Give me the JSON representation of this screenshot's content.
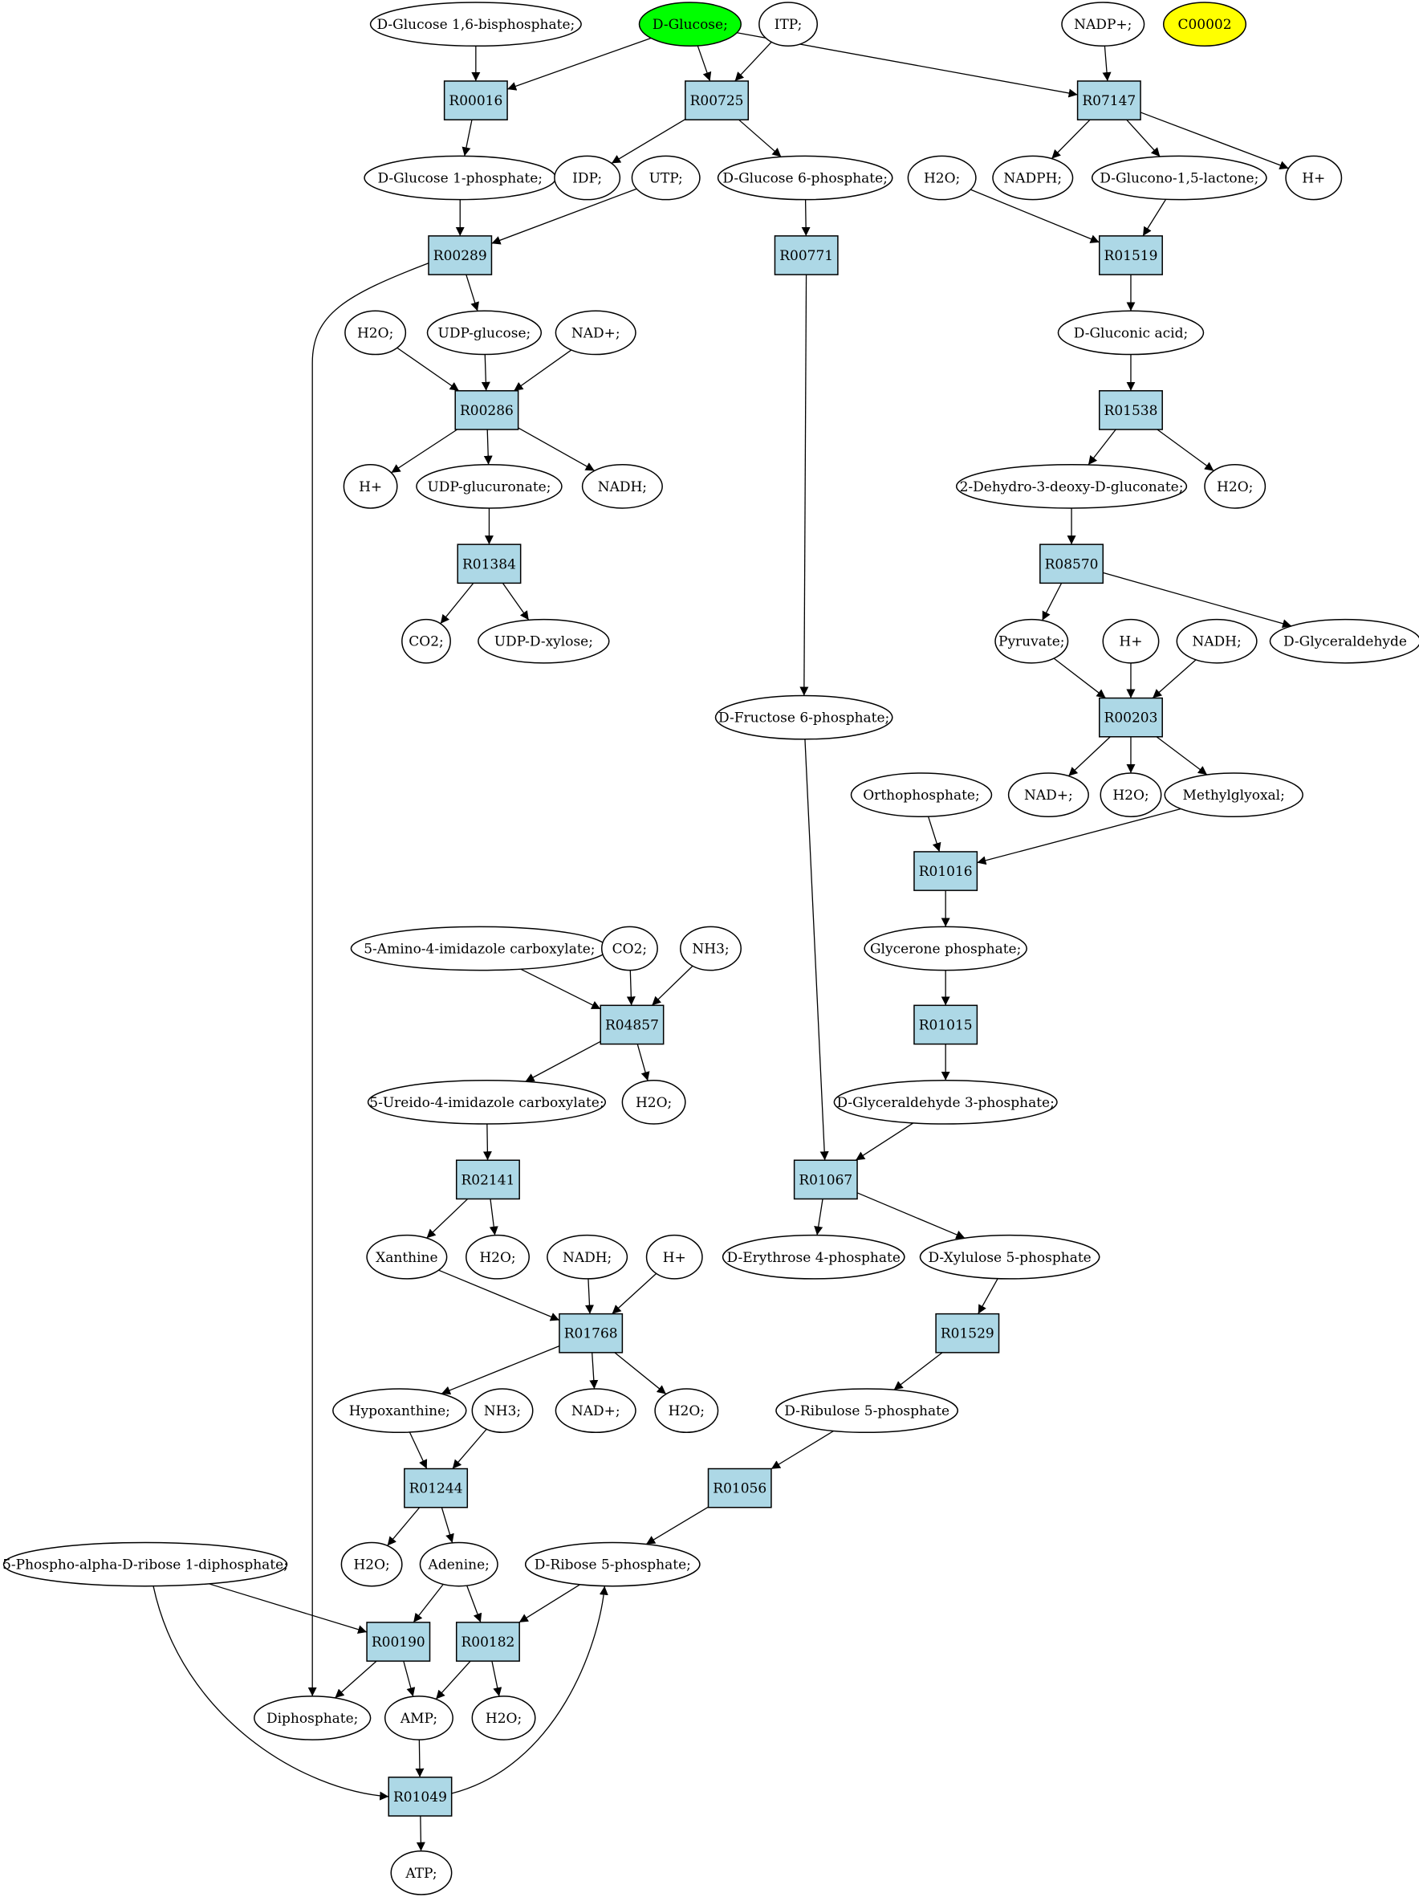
{
  "colors": {
    "reaction_fill": "#add8e6",
    "compound_fill": "#ffffff",
    "highlight_start": "#00ff00",
    "highlight_other": "#ffff00",
    "stroke": "#000000"
  },
  "reactions": [
    {
      "id": "R00016",
      "label": "R00016"
    },
    {
      "id": "R00725",
      "label": "R00725"
    },
    {
      "id": "R07147",
      "label": "R07147"
    },
    {
      "id": "R00289",
      "label": "R00289"
    },
    {
      "id": "R00771",
      "label": "R00771"
    },
    {
      "id": "R01519",
      "label": "R01519"
    },
    {
      "id": "R00286",
      "label": "R00286"
    },
    {
      "id": "R01538",
      "label": "R01538"
    },
    {
      "id": "R01384",
      "label": "R01384"
    },
    {
      "id": "R08570",
      "label": "R08570"
    },
    {
      "id": "R00203",
      "label": "R00203"
    },
    {
      "id": "R01016",
      "label": "R01016"
    },
    {
      "id": "R04857",
      "label": "R04857"
    },
    {
      "id": "R01015",
      "label": "R01015"
    },
    {
      "id": "R02141",
      "label": "R02141"
    },
    {
      "id": "R01067",
      "label": "R01067"
    },
    {
      "id": "R01768",
      "label": "R01768"
    },
    {
      "id": "R01529",
      "label": "R01529"
    },
    {
      "id": "R01244",
      "label": "R01244"
    },
    {
      "id": "R01056",
      "label": "R01056"
    },
    {
      "id": "R00190",
      "label": "R00190"
    },
    {
      "id": "R00182",
      "label": "R00182"
    },
    {
      "id": "R01049",
      "label": "R01049"
    }
  ],
  "compounds": [
    {
      "id": "g16bp",
      "label": "D-Glucose 1,6-bisphosphate;"
    },
    {
      "id": "glc",
      "label": "D-Glucose;",
      "style": "start"
    },
    {
      "id": "itp",
      "label": "ITP;"
    },
    {
      "id": "nadp",
      "label": "NADP+;"
    },
    {
      "id": "c00002",
      "label": "C00002",
      "style": "other"
    },
    {
      "id": "g1p",
      "label": "D-Glucose 1-phosphate;"
    },
    {
      "id": "idp",
      "label": "IDP;"
    },
    {
      "id": "utp",
      "label": "UTP;"
    },
    {
      "id": "g6p",
      "label": "D-Glucose 6-phosphate;"
    },
    {
      "id": "h2o_a",
      "label": "H2O;"
    },
    {
      "id": "nadph",
      "label": "NADPH;"
    },
    {
      "id": "gdl",
      "label": "D-Glucono-1,5-lactone;"
    },
    {
      "id": "hplus_a",
      "label": "H+"
    },
    {
      "id": "h2o_b",
      "label": "H2O;"
    },
    {
      "id": "udpg",
      "label": "UDP-glucose;"
    },
    {
      "id": "nad_a",
      "label": "NAD+;"
    },
    {
      "id": "glca",
      "label": "D-Gluconic acid;"
    },
    {
      "id": "hplus_b",
      "label": "H+"
    },
    {
      "id": "udpgu",
      "label": "UDP-glucuronate;"
    },
    {
      "id": "nadh_a",
      "label": "NADH;"
    },
    {
      "id": "kdg",
      "label": "2-Dehydro-3-deoxy-D-gluconate;"
    },
    {
      "id": "h2o_c",
      "label": "H2O;"
    },
    {
      "id": "co2_a",
      "label": "CO2;"
    },
    {
      "id": "udpx",
      "label": "UDP-D-xylose;"
    },
    {
      "id": "pyr",
      "label": "Pyruvate;"
    },
    {
      "id": "hplus_c",
      "label": "H+"
    },
    {
      "id": "nadh_b",
      "label": "NADH;"
    },
    {
      "id": "dga",
      "label": "D-Glyceraldehyde"
    },
    {
      "id": "f6p",
      "label": "D-Fructose 6-phosphate;"
    },
    {
      "id": "nad_b",
      "label": "NAD+;"
    },
    {
      "id": "h2o_d",
      "label": "H2O;"
    },
    {
      "id": "mgo",
      "label": "Methylglyoxal;"
    },
    {
      "id": "pi",
      "label": "Orthophosphate;"
    },
    {
      "id": "aica",
      "label": "5-Amino-4-imidazole carboxylate;"
    },
    {
      "id": "co2_b",
      "label": "CO2;"
    },
    {
      "id": "nh3_a",
      "label": "NH3;"
    },
    {
      "id": "dhap",
      "label": "Glycerone phosphate;"
    },
    {
      "id": "uica",
      "label": "5-Ureido-4-imidazole carboxylate;"
    },
    {
      "id": "h2o_e",
      "label": "H2O;"
    },
    {
      "id": "g3p",
      "label": "D-Glyceraldehyde 3-phosphate;"
    },
    {
      "id": "xan",
      "label": "Xanthine"
    },
    {
      "id": "h2o_f",
      "label": "H2O;"
    },
    {
      "id": "nadh_c",
      "label": "NADH;"
    },
    {
      "id": "hplus_d",
      "label": "H+"
    },
    {
      "id": "e4p",
      "label": "D-Erythrose 4-phosphate"
    },
    {
      "id": "xu5p",
      "label": "D-Xylulose 5-phosphate"
    },
    {
      "id": "hx",
      "label": "Hypoxanthine;"
    },
    {
      "id": "nh3_b",
      "label": "NH3;"
    },
    {
      "id": "nad_c",
      "label": "NAD+;"
    },
    {
      "id": "h2o_g",
      "label": "H2O;"
    },
    {
      "id": "ru5p",
      "label": "D-Ribulose 5-phosphate"
    },
    {
      "id": "h2o_h",
      "label": "H2O;"
    },
    {
      "id": "ade",
      "label": "Adenine;"
    },
    {
      "id": "r5p",
      "label": "D-Ribose 5-phosphate;"
    },
    {
      "id": "prpp",
      "label": "5-Phospho-alpha-D-ribose 1-diphosphate;"
    },
    {
      "id": "ppi",
      "label": "Diphosphate;"
    },
    {
      "id": "amp",
      "label": "AMP;"
    },
    {
      "id": "h2o_i",
      "label": "H2O;"
    },
    {
      "id": "atp",
      "label": "ATP;"
    }
  ],
  "edges": [
    [
      "g16bp",
      "R00016"
    ],
    [
      "glc",
      "R00016"
    ],
    [
      "glc",
      "R00725"
    ],
    [
      "itp",
      "R00725"
    ],
    [
      "glc",
      "R07147"
    ],
    [
      "nadp",
      "R07147"
    ],
    [
      "R00016",
      "g1p"
    ],
    [
      "R00725",
      "idp"
    ],
    [
      "R00725",
      "g6p"
    ],
    [
      "R07147",
      "nadph"
    ],
    [
      "R07147",
      "gdl"
    ],
    [
      "R07147",
      "hplus_a"
    ],
    [
      "g1p",
      "R00289"
    ],
    [
      "utp",
      "R00289"
    ],
    [
      "g6p",
      "R00771"
    ],
    [
      "h2o_a",
      "R01519"
    ],
    [
      "gdl",
      "R01519"
    ],
    [
      "R00289",
      "udpg"
    ],
    [
      "R00289",
      "ppi",
      "long"
    ],
    [
      "h2o_b",
      "R00286"
    ],
    [
      "udpg",
      "R00286"
    ],
    [
      "nad_a",
      "R00286"
    ],
    [
      "R01519",
      "glca"
    ],
    [
      "glca",
      "R01538"
    ],
    [
      "R00286",
      "hplus_b"
    ],
    [
      "R00286",
      "udpgu"
    ],
    [
      "R00286",
      "nadh_a"
    ],
    [
      "R01538",
      "kdg"
    ],
    [
      "R01538",
      "h2o_c"
    ],
    [
      "udpgu",
      "R01384"
    ],
    [
      "kdg",
      "R08570"
    ],
    [
      "R01384",
      "co2_a"
    ],
    [
      "R01384",
      "udpx"
    ],
    [
      "R08570",
      "pyr"
    ],
    [
      "R08570",
      "dga"
    ],
    [
      "R00771",
      "f6p"
    ],
    [
      "pyr",
      "R00203"
    ],
    [
      "hplus_c",
      "R00203"
    ],
    [
      "nadh_b",
      "R00203"
    ],
    [
      "R00203",
      "nad_b"
    ],
    [
      "R00203",
      "h2o_d"
    ],
    [
      "R00203",
      "mgo"
    ],
    [
      "pi",
      "R01016"
    ],
    [
      "mgo",
      "R01016"
    ],
    [
      "R01016",
      "dhap"
    ],
    [
      "aica",
      "R04857"
    ],
    [
      "co2_b",
      "R04857"
    ],
    [
      "nh3_a",
      "R04857"
    ],
    [
      "dhap",
      "R01015"
    ],
    [
      "R04857",
      "uica"
    ],
    [
      "R04857",
      "h2o_e"
    ],
    [
      "R01015",
      "g3p"
    ],
    [
      "uica",
      "R02141"
    ],
    [
      "f6p",
      "R01067"
    ],
    [
      "g3p",
      "R01067"
    ],
    [
      "R02141",
      "xan"
    ],
    [
      "R02141",
      "h2o_f"
    ],
    [
      "R01067",
      "e4p"
    ],
    [
      "R01067",
      "xu5p"
    ],
    [
      "xan",
      "R01768"
    ],
    [
      "nadh_c",
      "R01768"
    ],
    [
      "hplus_d",
      "R01768"
    ],
    [
      "xu5p",
      "R01529"
    ],
    [
      "R01768",
      "hx"
    ],
    [
      "R01768",
      "nad_c"
    ],
    [
      "R01768",
      "h2o_g"
    ],
    [
      "R01529",
      "ru5p"
    ],
    [
      "hx",
      "R01244"
    ],
    [
      "nh3_b",
      "R01244"
    ],
    [
      "ru5p",
      "R01056"
    ],
    [
      "R01244",
      "h2o_h"
    ],
    [
      "R01244",
      "ade"
    ],
    [
      "R01056",
      "r5p"
    ],
    [
      "prpp",
      "R00190"
    ],
    [
      "ade",
      "R00190"
    ],
    [
      "ade",
      "R00182"
    ],
    [
      "r5p",
      "R00182"
    ],
    [
      "R00190",
      "ppi"
    ],
    [
      "R00190",
      "amp"
    ],
    [
      "R00182",
      "amp"
    ],
    [
      "R00182",
      "h2o_i"
    ],
    [
      "amp",
      "R01049"
    ],
    [
      "prpp",
      "R01049",
      "curve"
    ],
    [
      "R01049",
      "r5p",
      "curve"
    ],
    [
      "R01049",
      "atp"
    ]
  ]
}
